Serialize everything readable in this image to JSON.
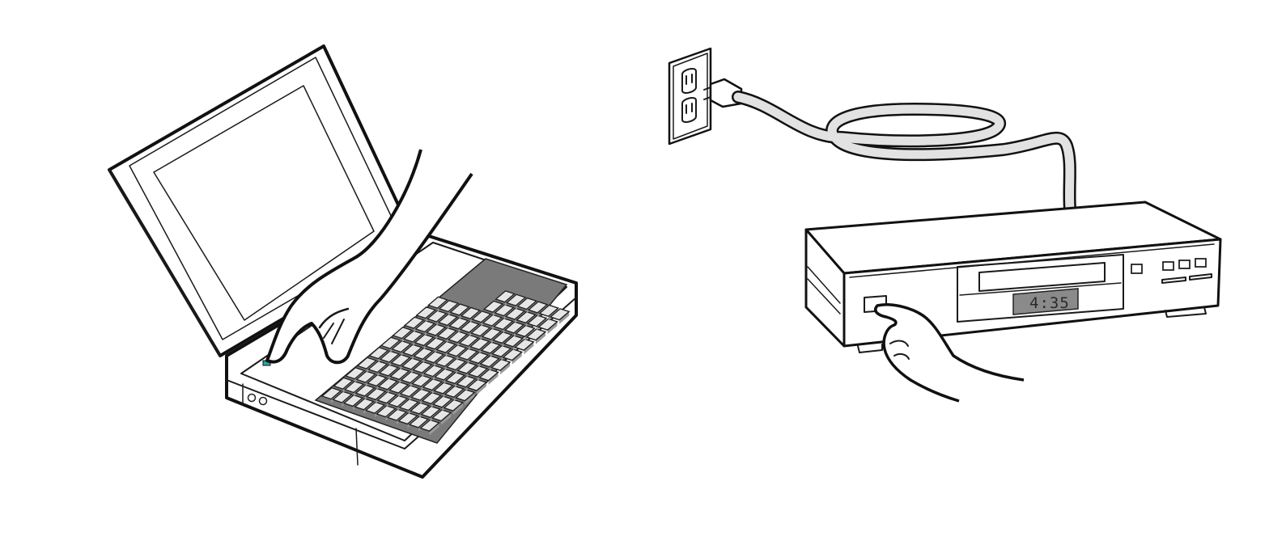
{
  "figure": {
    "panels": [
      {
        "id": "laptop",
        "description_icon": "laptop-power-button-icon"
      },
      {
        "id": "dvd-player",
        "description_icon": "dvd-player-power-button-icon"
      }
    ]
  },
  "dvd_player": {
    "display_time": "4:35"
  },
  "colors": {
    "line": "#1a1a1a",
    "keyboard_panel": "#7a7a7a",
    "key_face": "#e6e6e6",
    "display_bg": "#8a8a8a",
    "power_led": "#2aa6a0",
    "cord": "#e2e2e2"
  }
}
